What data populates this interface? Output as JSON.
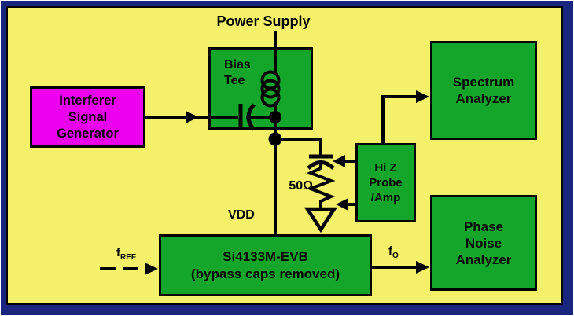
{
  "blocks": {
    "interferer": {
      "label": "Interferer\nSignal\nGenerator"
    },
    "bias_tee": {
      "label": "Bias\nTee"
    },
    "spectrum_analyzer": {
      "label": "Spectrum\nAnalyzer"
    },
    "hi_z_probe": {
      "label": "Hi Z\nProbe\n/Amp"
    },
    "si4133m_evb": {
      "label": "Si4133M-EVB\n(bypass caps removed)"
    },
    "phase_noise_analyzer": {
      "label": "Phase\nNoise\nAnalyzer"
    }
  },
  "labels": {
    "power_supply": "Power Supply",
    "termination_resistor": "50Ω",
    "supply_net": "VDD",
    "f_ref_symbol": "f",
    "f_ref_subscript": "REF",
    "f_out_symbol": "f",
    "f_out_subscript": "O"
  },
  "colors": {
    "background": "#F4F06A",
    "frame_border": "#1A2580",
    "block_green": "#14A52B",
    "block_magenta": "#ED00ED",
    "line": "#000000"
  },
  "symbols": [
    "inductor-coil",
    "series-capacitor",
    "shunt-capacitor",
    "resistor-zigzag",
    "ground-symbol",
    "junction-dot",
    "arrowhead"
  ]
}
